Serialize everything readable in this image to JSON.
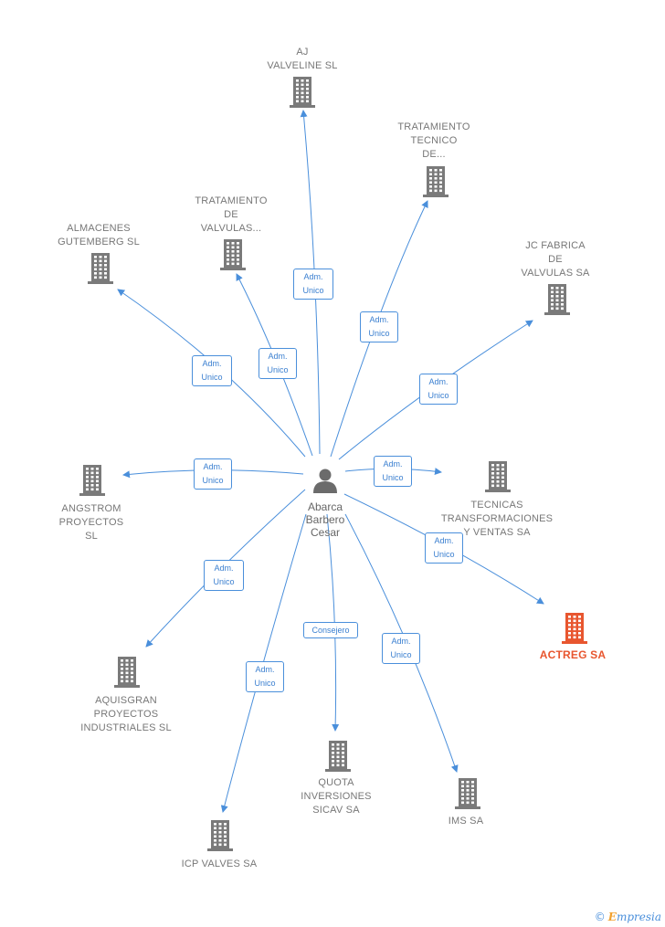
{
  "center": {
    "name_lines": [
      "Abarca",
      "Barbero",
      "Cesar"
    ],
    "icon": "person-icon"
  },
  "colors": {
    "edge": "#4a8fdb",
    "building": "#7a7a7a",
    "highlight": "#e8562f",
    "text": "#777777"
  },
  "nodes": [
    {
      "id": "aj-valveline",
      "label_lines": [
        "AJ",
        "VALVELINE SL"
      ],
      "highlight": false
    },
    {
      "id": "tratamiento-tecnico",
      "label_lines": [
        "TRATAMIENTO",
        "TECNICO",
        "DE..."
      ],
      "highlight": false
    },
    {
      "id": "tratamiento-valvulas",
      "label_lines": [
        "TRATAMIENTO",
        "DE",
        "VALVULAS..."
      ],
      "highlight": false
    },
    {
      "id": "almacenes-gutemberg",
      "label_lines": [
        "ALMACENES",
        "GUTEMBERG SL"
      ],
      "highlight": false
    },
    {
      "id": "jc-fabrica",
      "label_lines": [
        "JC FABRICA",
        "DE",
        "VALVULAS SA"
      ],
      "highlight": false
    },
    {
      "id": "angstrom",
      "label_lines": [
        "ANGSTROM",
        "PROYECTOS",
        "SL"
      ],
      "highlight": false
    },
    {
      "id": "tecnicas",
      "label_lines": [
        "TECNICAS",
        "TRANSFORMACIONES",
        "Y VENTAS SA"
      ],
      "highlight": false
    },
    {
      "id": "actreg",
      "label_lines": [
        "ACTREG SA"
      ],
      "highlight": true
    },
    {
      "id": "aquisgran",
      "label_lines": [
        "AQUISGRAN",
        "PROYECTOS",
        "INDUSTRIALES SL"
      ],
      "highlight": false
    },
    {
      "id": "quota",
      "label_lines": [
        "QUOTA",
        "INVERSIONES",
        "SICAV SA"
      ],
      "highlight": false
    },
    {
      "id": "ims",
      "label_lines": [
        "IMS SA"
      ],
      "highlight": false
    },
    {
      "id": "icp-valves",
      "label_lines": [
        "ICP VALVES SA"
      ],
      "highlight": false
    }
  ],
  "edges": [
    {
      "to": "aj-valveline",
      "role_lines": [
        "Adm.",
        "Unico"
      ]
    },
    {
      "to": "tratamiento-tecnico",
      "role_lines": [
        "Adm.",
        "Unico"
      ]
    },
    {
      "to": "tratamiento-valvulas",
      "role_lines": [
        "Adm.",
        "Unico"
      ]
    },
    {
      "to": "almacenes-gutemberg",
      "role_lines": [
        "Adm.",
        "Unico"
      ]
    },
    {
      "to": "jc-fabrica",
      "role_lines": [
        "Adm.",
        "Unico"
      ]
    },
    {
      "to": "angstrom",
      "role_lines": [
        "Adm.",
        "Unico"
      ]
    },
    {
      "to": "tecnicas",
      "role_lines": [
        "Adm.",
        "Unico"
      ]
    },
    {
      "to": "actreg",
      "role_lines": [
        "Adm.",
        "Unico"
      ]
    },
    {
      "to": "aquisgran",
      "role_lines": [
        "Adm.",
        "Unico"
      ]
    },
    {
      "to": "quota",
      "role_lines": [
        "Consejero"
      ]
    },
    {
      "to": "ims",
      "role_lines": [
        "Adm.",
        "Unico"
      ]
    },
    {
      "to": "icp-valves",
      "role_lines": [
        "Adm.",
        "Unico"
      ]
    }
  ],
  "brand": {
    "copyright": "©",
    "name_initial": "E",
    "name_rest": "mpresia"
  }
}
